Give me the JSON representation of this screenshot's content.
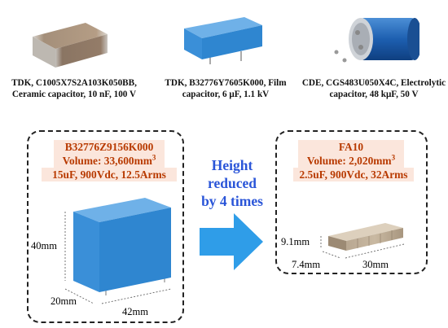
{
  "top_row": [
    {
      "caption": "TDK, C1005X7S2A103K050BB, Ceramic capacitor, 10 nF, 100 V"
    },
    {
      "caption": "TDK, B32776Y7605K000, Film capacitor, 6 μF, 1.1 kV"
    },
    {
      "caption": "CDE, CGS483U050X4C, Electrolytic capacitor, 48 kμF, 50 V"
    }
  ],
  "left_panel": {
    "part": "B32776Z9156K000",
    "volume_label": "Volume: 33,600mm",
    "volume_sup": "3",
    "rating": "15uF, 900Vdc, 12.5Arms",
    "height": "40mm",
    "depth": "20mm",
    "width": "42mm"
  },
  "middle": {
    "line1": "Height",
    "line2": "reduced",
    "line3": "by 4 times",
    "arrow_color": "#2f9de8"
  },
  "right_panel": {
    "part": "FA10",
    "volume_label": "Volume: 2,020mm",
    "volume_sup": "3",
    "rating": "2.5uF, 900Vdc, 32Arms",
    "height": "9.1mm",
    "depth": "7.4mm",
    "width": "30mm"
  },
  "colors": {
    "spec_text": "#b83a00",
    "spec_bg": "#fbe6dc",
    "middle_text": "#2a55d8",
    "film_cap": "#2f86d0"
  }
}
